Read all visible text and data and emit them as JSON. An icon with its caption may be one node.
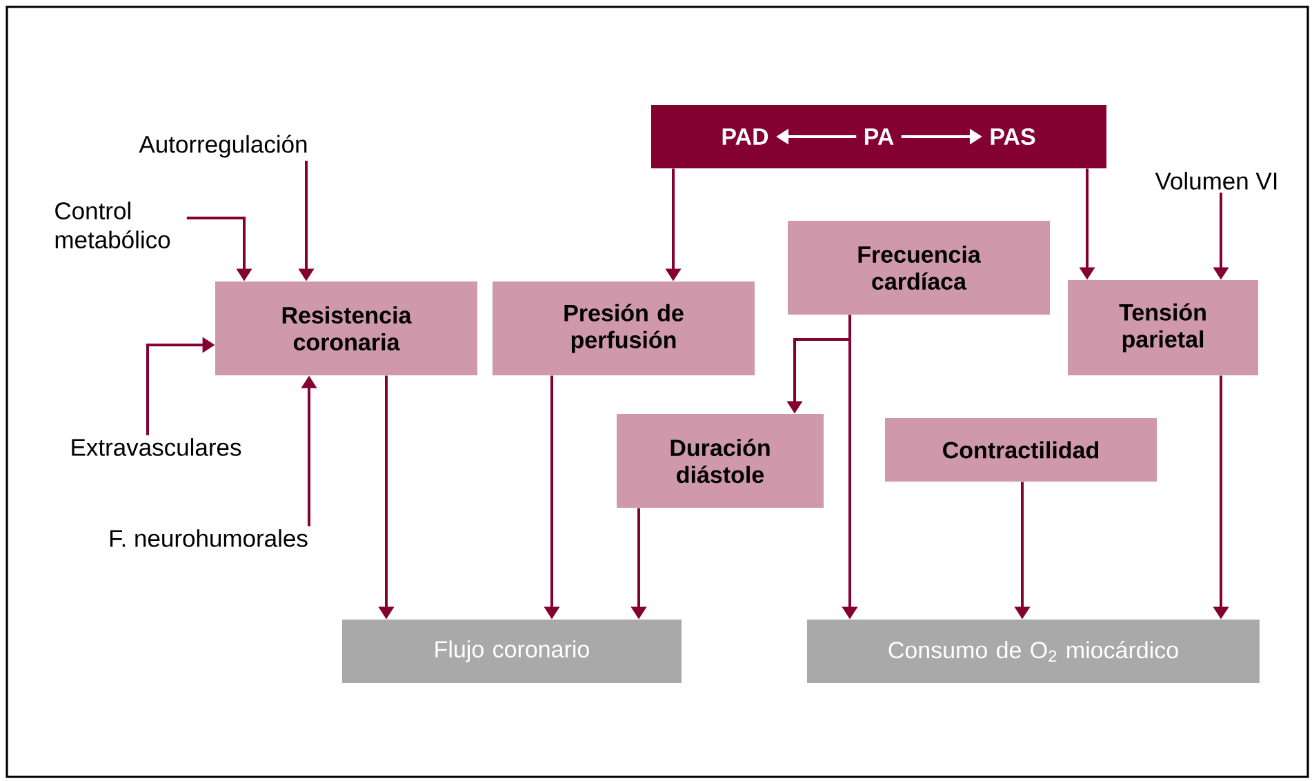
{
  "diagram": {
    "nodes": [
      {
        "text": [],
        "shape": "box"
      },
      {
        "text": [
          "PAD"
        ],
        "in": 0
      },
      {
        "text": [
          "PA"
        ],
        "in": 0
      },
      {
        "text": [
          "PAS"
        ],
        "in": 0
      },
      {
        "text": [
          "Autorregulación"
        ]
      },
      {
        "text": [
          "Control metabólico"
        ]
      },
      {
        "text": [
          "Volumen VI"
        ]
      },
      {
        "text": [
          "Resistencia coronaria"
        ]
      },
      {
        "text": [
          "Presión de perfusión"
        ]
      },
      {
        "text": [
          "Frecuencia cardíaca"
        ]
      },
      {
        "text": [
          "Tensión parietal"
        ]
      },
      {
        "text": [
          "Extravasculares"
        ]
      },
      {
        "text": [
          "F. neurohumorales"
        ]
      },
      {
        "text": [
          "Duración diástole"
        ]
      },
      {
        "text": [
          "Contractilidad"
        ]
      },
      {
        "text": [
          "Flujo coronario"
        ]
      },
      {
        "text": [
          "Consumo de O$_{2}$ miocárdico"
        ]
      }
    ],
    "edges": [
      {
        "from": 2,
        "to": 1,
        "arrow": "to",
        "color": "#ffffff"
      },
      {
        "from": 2,
        "to": 3,
        "arrow": "to",
        "color": "#ffffff"
      },
      {
        "from": 4,
        "to": 7,
        "arrow": "to"
      },
      {
        "from": 5,
        "to": 7,
        "arrow": "to"
      },
      {
        "from": 11,
        "to": 7,
        "arrow": "to"
      },
      {
        "from": 12,
        "to": 7,
        "arrow": "to"
      },
      {
        "from": 0,
        "to": 8,
        "arrow": "to"
      },
      {
        "from": 0,
        "to": 10,
        "arrow": "to"
      },
      {
        "from": 6,
        "to": 10,
        "arrow": "to"
      },
      {
        "from": 9,
        "to": 13,
        "arrow": "to"
      },
      {
        "from": 9,
        "to": 16,
        "arrow": "to"
      },
      {
        "from": 7,
        "to": 15,
        "arrow": "to"
      },
      {
        "from": 8,
        "to": 15,
        "arrow": "to"
      },
      {
        "from": 13,
        "to": 15,
        "arrow": "to"
      },
      {
        "from": 14,
        "to": 16,
        "arrow": "to"
      },
      {
        "from": 10,
        "to": 16,
        "arrow": "to"
      }
    ]
  }
}
